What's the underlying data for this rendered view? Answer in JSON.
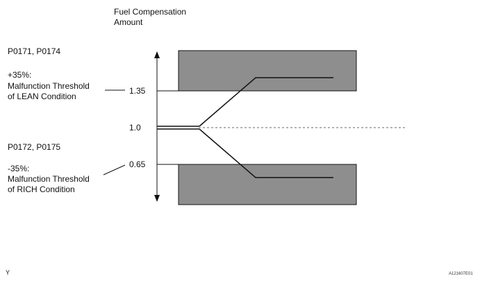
{
  "title": [
    "Fuel Compensation",
    "Amount"
  ],
  "lean": {
    "codes": "P0171, P0174",
    "description": [
      "+35%:",
      "Malfunction Threshold",
      "of LEAN Condition"
    ],
    "threshold_value": "1.35"
  },
  "baseline": {
    "value": "1.0"
  },
  "rich": {
    "codes": "P0172, P0175",
    "description": [
      "-35%:",
      "Malfunction Threshold",
      "of RICH Condition"
    ],
    "threshold_value": "0.65"
  },
  "footer": {
    "left_mark": "Y",
    "figure_id": "A121607E01"
  },
  "colors": {
    "zone_fill": "#8e8e8e",
    "line": "#111111",
    "dashed": "#666666"
  }
}
